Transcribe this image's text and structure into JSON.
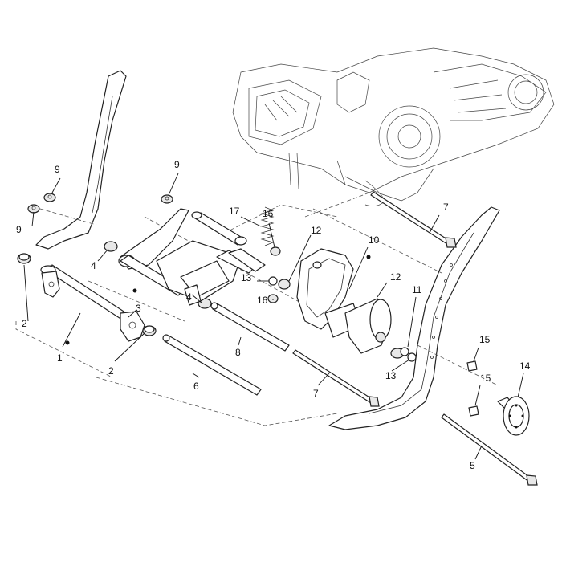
{
  "diagram": {
    "callouts": [
      "1",
      "2",
      "2",
      "3",
      "4",
      "4",
      "5",
      "6",
      "7",
      "7",
      "8",
      "9",
      "9",
      "9",
      "10",
      "11",
      "12",
      "12",
      "13",
      "13",
      "14",
      "15",
      "15",
      "16",
      "16",
      "17"
    ]
  }
}
